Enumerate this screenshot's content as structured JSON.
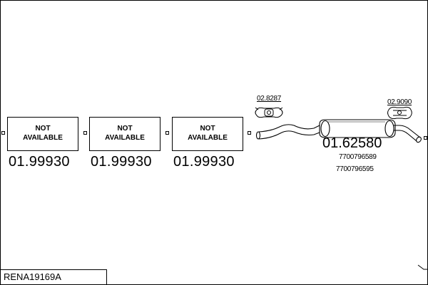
{
  "boxes": [
    {
      "line1": "NOT",
      "line2": "AVAILABLE",
      "part": "01.99930"
    },
    {
      "line1": "NOT",
      "line2": "AVAILABLE",
      "part": "01.99930"
    },
    {
      "line1": "NOT",
      "line2": "AVAILABLE",
      "part": "01.99930"
    }
  ],
  "clamp_left": {
    "code": "02.8287"
  },
  "clamp_right": {
    "code": "02.9090"
  },
  "main_part": {
    "number": "01.62580",
    "refs": [
      "7700796589",
      "7700796595"
    ]
  },
  "footer": {
    "code": "RENA19169A"
  }
}
